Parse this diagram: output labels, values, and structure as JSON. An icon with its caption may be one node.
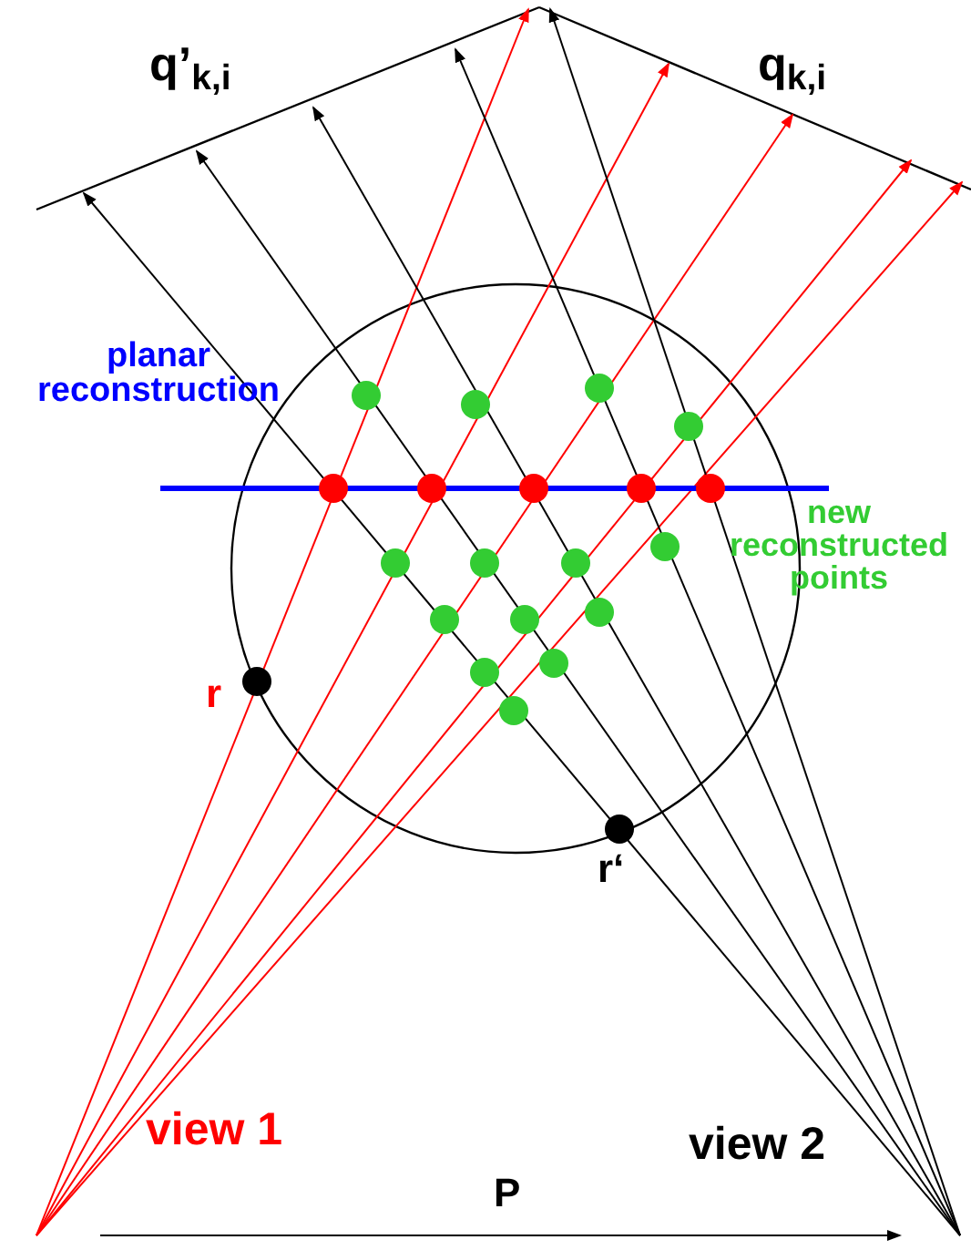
{
  "diagram": {
    "labels": [
      "q’$_{k,i}$",
      "q$_{k,i}$",
      "planar reconstruction",
      "new reconstructed points",
      "r",
      "r‘",
      "view 1",
      "view 2",
      "P"
    ]
  }
}
